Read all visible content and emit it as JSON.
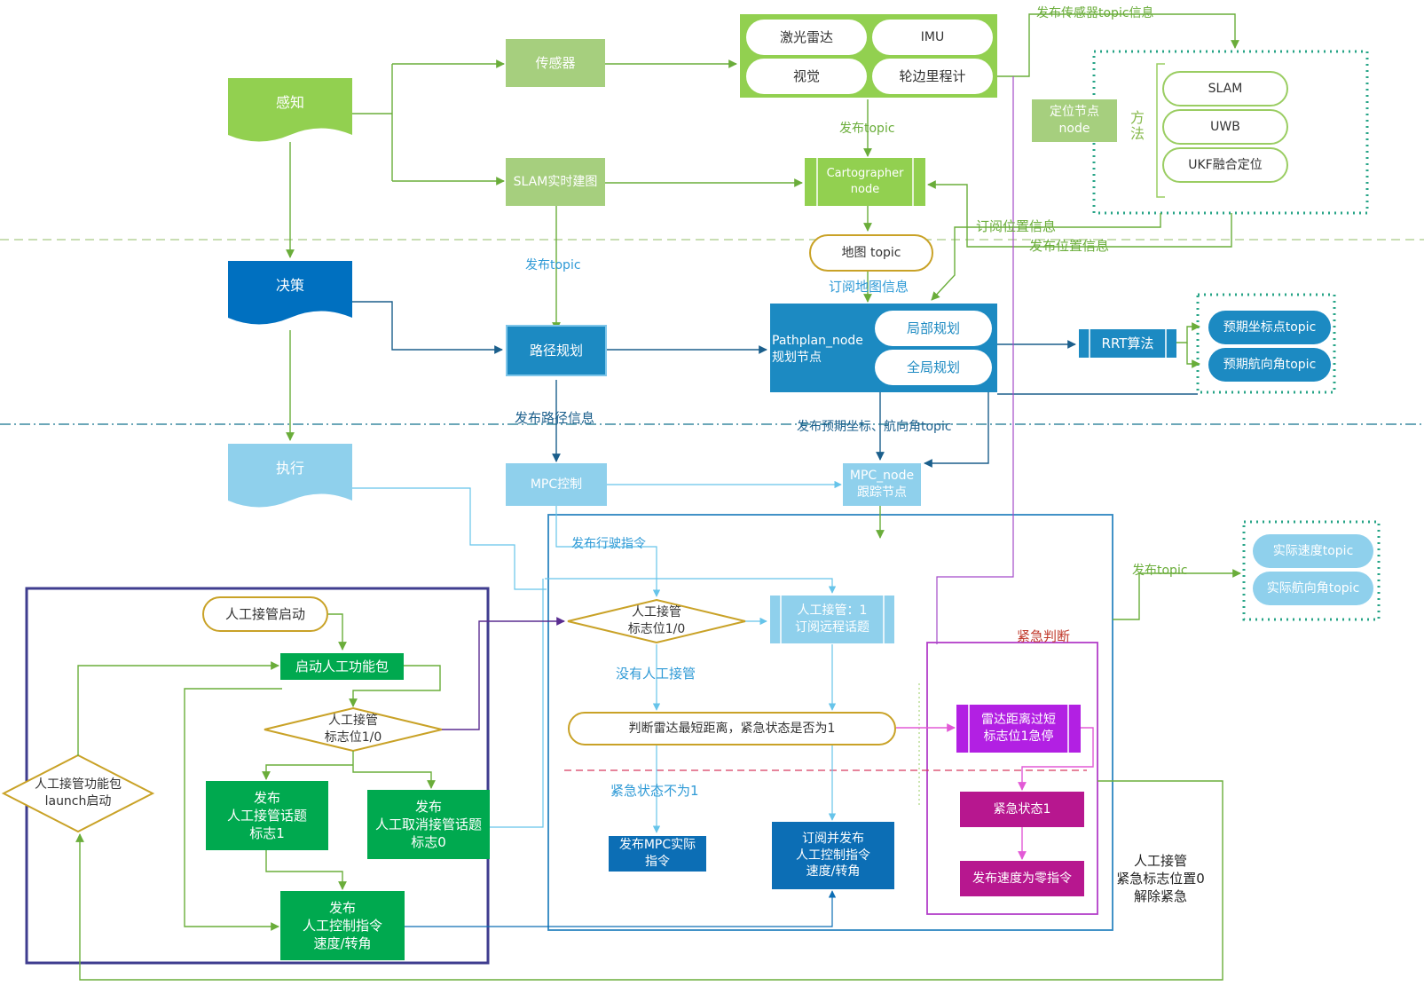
{
  "categories": {
    "perception": "感知",
    "decision": "决策",
    "execution": "执行"
  },
  "perception": {
    "sensor": "传感器",
    "slam_mapping": "SLAM实时建图",
    "lidar": "激光雷达",
    "imu": "IMU",
    "vision": "视觉",
    "odometry": "轮边里程计",
    "publish_topic": "发布topic",
    "cartographer": "Cartographer\nnode",
    "map_topic": "地图 topic",
    "publish_sensor_topic": "发布传感器topic信息",
    "localization_node": "定位节点\nnode",
    "method_label": "方法",
    "methods": [
      "SLAM",
      "UWB",
      "UKF融合定位"
    ],
    "subscribe_position": "订阅位置信息",
    "publish_position": "发布位置信息"
  },
  "decision": {
    "publish_topic": "发布topic",
    "subscribe_map": "订阅地图信息",
    "path_planning": "路径规划",
    "pathplan_node": "Pathplan_node\n规划节点",
    "local_planning": "局部规划",
    "global_planning": "全局规划",
    "rrt": "RRT算法",
    "expected_coord_topic": "预期坐标点topic",
    "expected_heading_topic": "预期航向角topic",
    "publish_path": "发布路径信息",
    "publish_expected": "发布预期坐标、航向角topic"
  },
  "execution": {
    "mpc_control": "MPC控制",
    "mpc_node": "MPC_node\n跟踪节点",
    "publish_drive": "发布行驶指令",
    "publish_topic": "发布topic",
    "actual_speed_topic": "实际速度topic",
    "actual_heading_topic": "实际航向角topic",
    "manual_flag_decision": "人工接管\n标志位1/0",
    "manual_subscribe_remote": "人工接管：1\n订阅远程话题",
    "no_manual": "没有人工接管",
    "judge_radar": "判断雷达最短距离，紧急状态是否为1",
    "emergency_not_1": "紧急状态不为1",
    "publish_mpc_cmd": "发布MPC实际\n指令",
    "subscribe_publish_manual": "订阅并发布\n人工控制指令\n速度/转角",
    "emergency_title": "紧急判断",
    "radar_too_close": "雷达距离过短\n标志位1急停",
    "emergency_state_1": "紧急状态1",
    "publish_zero_speed": "发布速度为零指令",
    "manual_reset": "人工接管\n紧急标志位置0\n解除紧急"
  },
  "manual": {
    "start": "人工接管启动",
    "launch_package": "启动人工功能包",
    "flag_decision": "人工接管\n标志位1/0",
    "launch_start": "人工接管功能包\nlaunch启动",
    "publish_flag_1": "发布\n人工接管话题\n标志1",
    "publish_cancel_flag_0": "发布\n人工取消接管话题\n标志0",
    "publish_control": "发布\n人工控制指令\n速度/转角"
  }
}
